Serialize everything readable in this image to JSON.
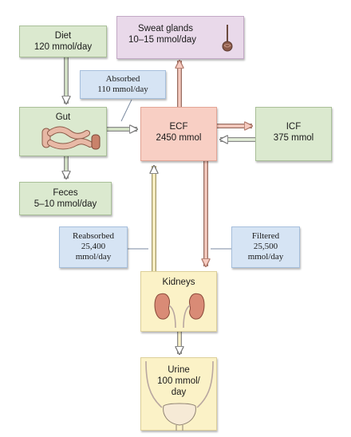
{
  "nodes": {
    "diet": {
      "title": "Diet",
      "value": "120 mmol/day"
    },
    "sweat": {
      "title": "Sweat glands",
      "value": "10–15 mmol/day"
    },
    "gut": {
      "title": "Gut"
    },
    "ecf": {
      "title": "ECF",
      "value": "2450 mmol"
    },
    "icf": {
      "title": "ICF",
      "value": "375 mmol"
    },
    "feces": {
      "title": "Feces",
      "value": "5–10 mmol/day"
    },
    "kidneys": {
      "title": "Kidneys"
    },
    "urine": {
      "line1": "Urine",
      "line2": "100 mmol/",
      "line3": "day"
    }
  },
  "flows": {
    "absorbed": {
      "label": "Absorbed",
      "value": "110 mmol/day"
    },
    "reabsorbed": {
      "label": "Reabsorbed",
      "value1": "25,400",
      "value2": "mmol/day"
    },
    "filtered": {
      "label": "Filtered",
      "value1": "25,500",
      "value2": "mmol/day"
    }
  },
  "icons": [
    "sweat-gland-icon",
    "intestine-icon",
    "kidney-icon",
    "bladder-icon"
  ],
  "colors": {
    "intake_boxes": "#dbe9cf",
    "ecf_box": "#f8cfc4",
    "sweat_box": "#e9d9ea",
    "renal_boxes": "#fbf2c7",
    "flow_callouts": "#d6e4f4"
  }
}
